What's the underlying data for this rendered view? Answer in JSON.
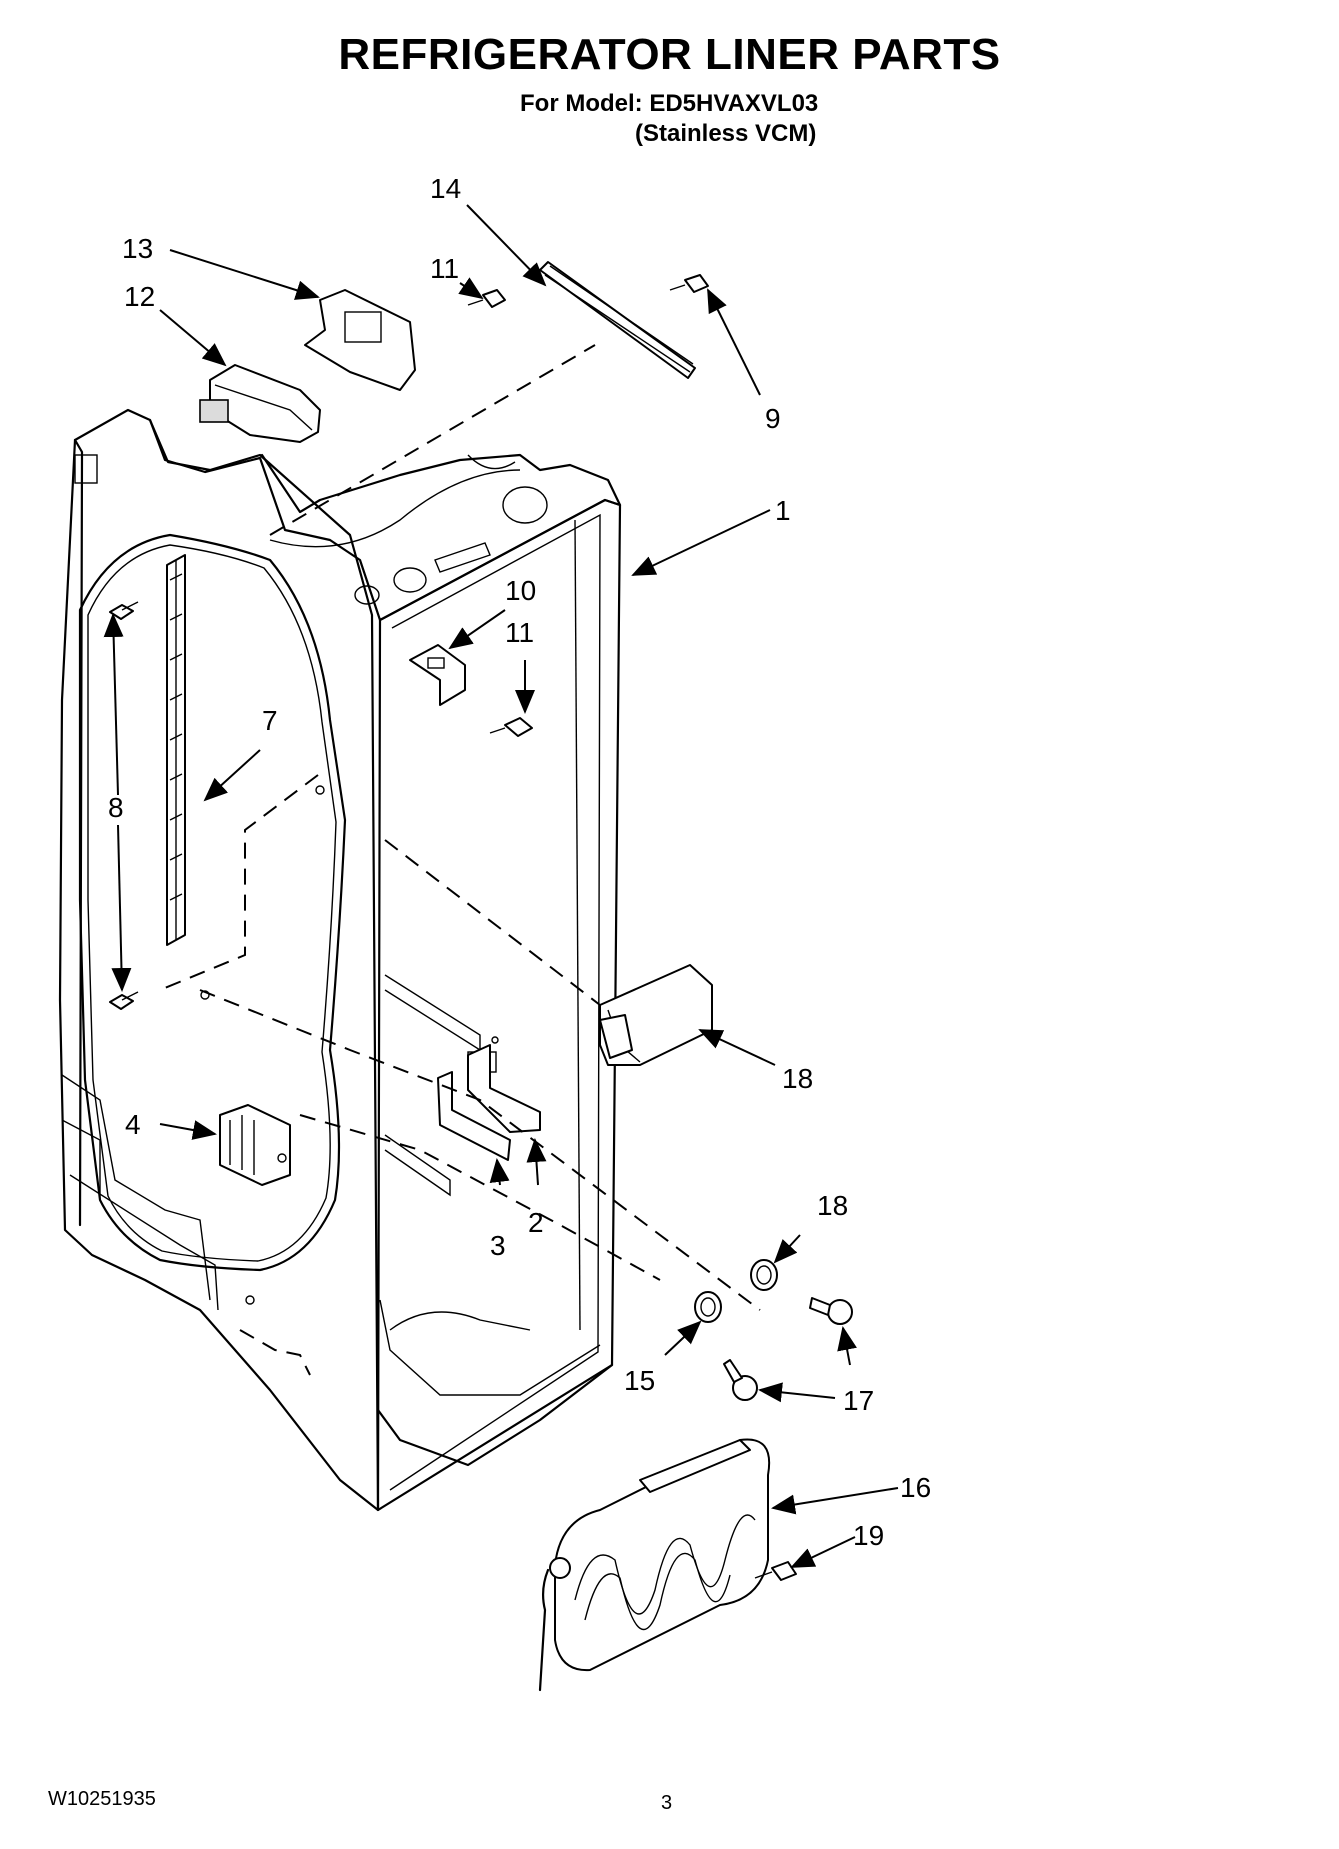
{
  "header": {
    "title": "REFRIGERATOR LINER PARTS",
    "model_line": "For Model: ED5HVAXVL03",
    "variant_line": "(Stainless VCM)"
  },
  "callouts": {
    "c1": "1",
    "c2": "2",
    "c3": "3",
    "c4": "4",
    "c7": "7",
    "c8": "8",
    "c9": "9",
    "c10": "10",
    "c11a": "11",
    "c11b": "11",
    "c12": "12",
    "c13": "13",
    "c14": "14",
    "c15": "15",
    "c16": "16",
    "c17": "17",
    "c18a": "18",
    "c18b": "18",
    "c19": "19"
  },
  "footer": {
    "doc_number": "W10251935",
    "page_number": "3"
  }
}
